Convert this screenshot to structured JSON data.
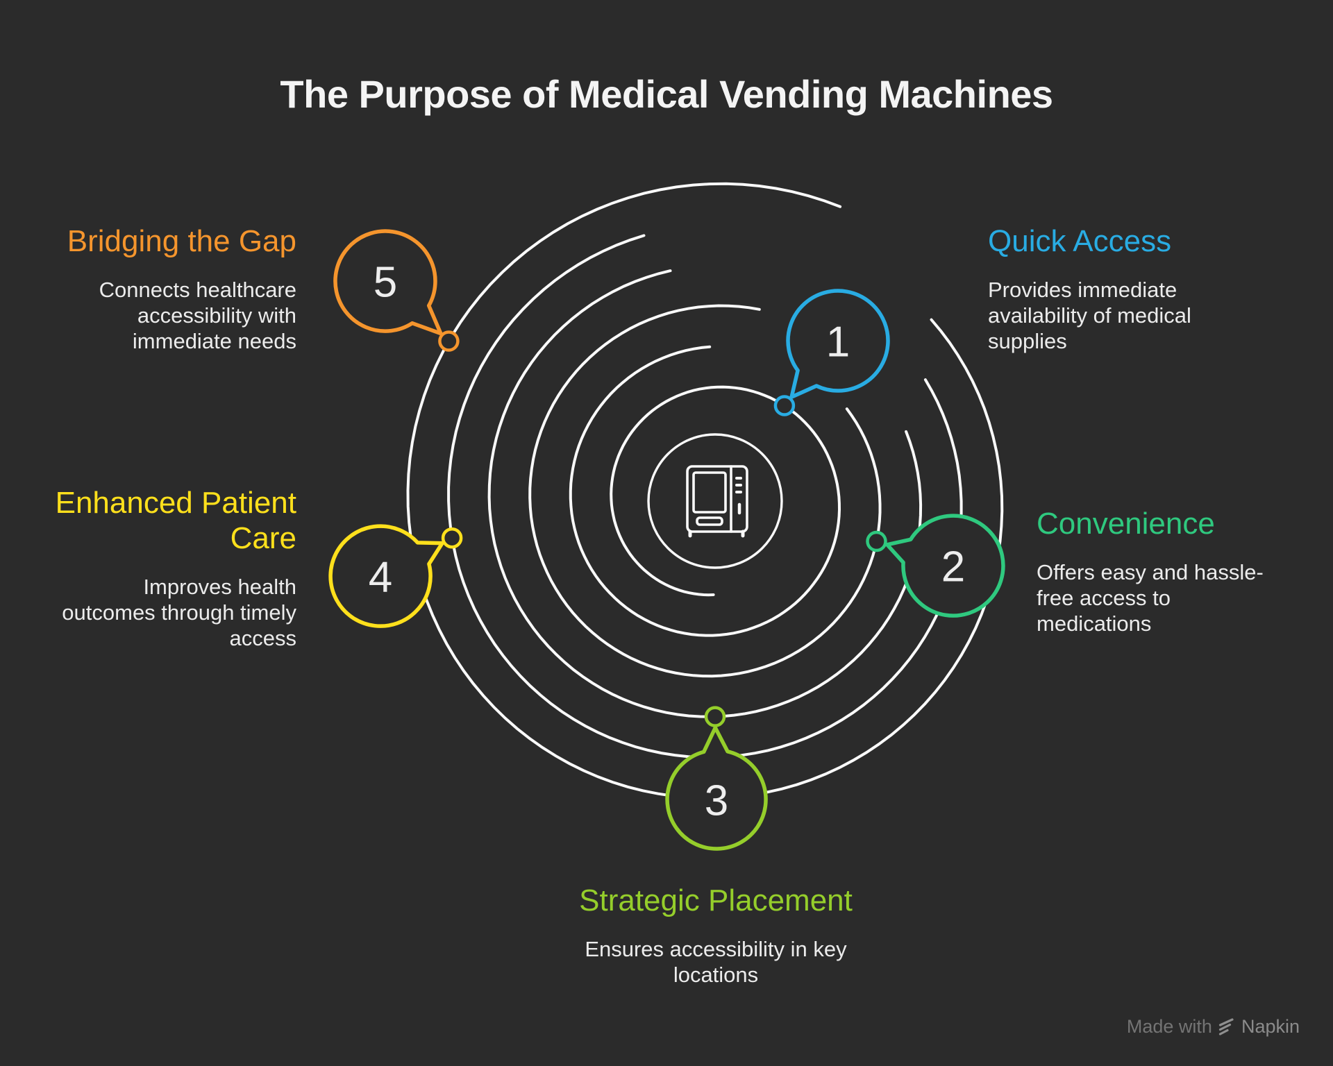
{
  "title": "The Purpose of Medical Vending Machines",
  "background": "#2b2b2b",
  "line_color": "#fafafa",
  "number_color": "#eeeeee",
  "items": [
    {
      "num": "1",
      "heading": "Quick Access",
      "body": "Provides immediate availability of medical supplies",
      "color": "#29ACE3"
    },
    {
      "num": "2",
      "heading": "Convenience",
      "body": "Offers easy and hassle-free access to medications",
      "color": "#2FC97F"
    },
    {
      "num": "3",
      "heading": "Strategic Placement",
      "body": "Ensures accessibility in key locations",
      "color": "#95CE2B"
    },
    {
      "num": "4",
      "heading": "Enhanced Patient Care",
      "body": "Improves health outcomes through timely access",
      "color": "#FFE01C"
    },
    {
      "num": "5",
      "heading": "Bridging the Gap",
      "body": "Connects healthcare accessibility with immediate needs",
      "color": "#F5952D"
    }
  ],
  "center_icon": "vending-machine",
  "watermark": {
    "prefix": "Made with",
    "brand": "Napkin"
  }
}
